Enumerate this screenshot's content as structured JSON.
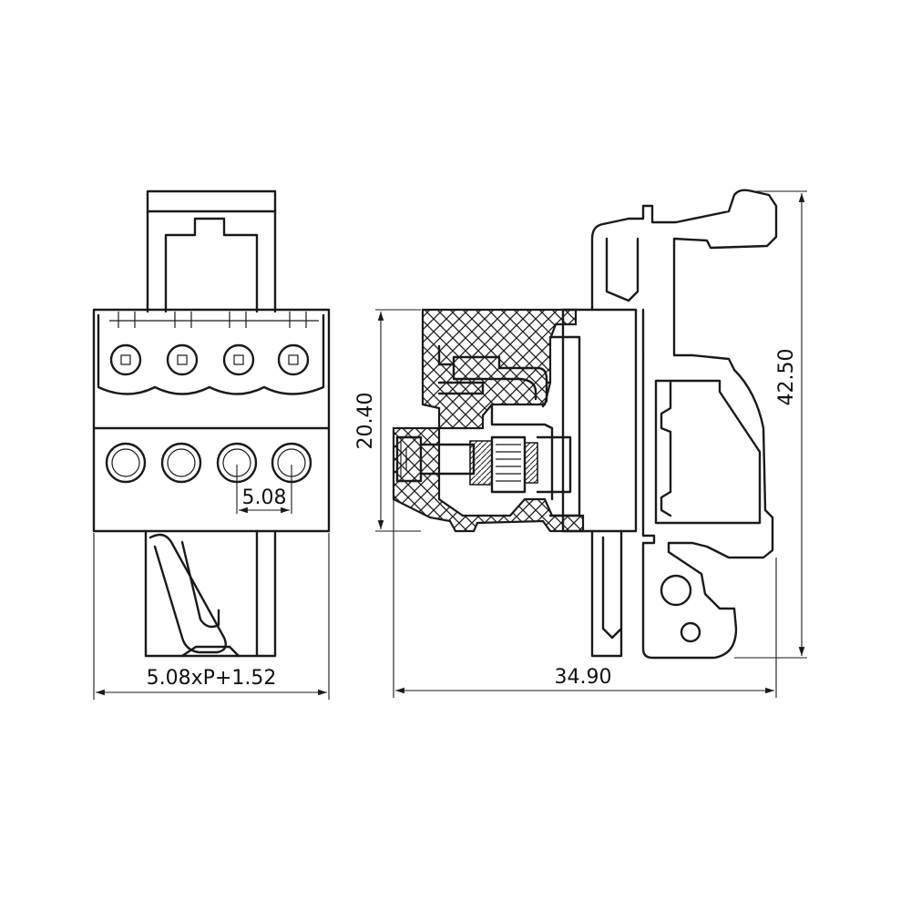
{
  "drawing": {
    "stroke_color": "#1a1a1a",
    "background": "#ffffff",
    "dimensions": {
      "pitch": "5.08",
      "total_width": "5.08xP+1.52",
      "body_height": "20.40",
      "overall_length": "34.90",
      "overall_height": "42.50"
    }
  }
}
